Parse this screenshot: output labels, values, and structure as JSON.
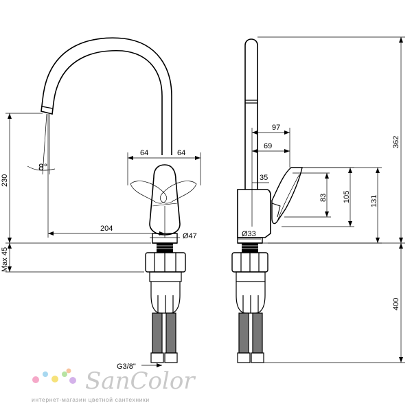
{
  "dimensions": {
    "height_230": "230",
    "angle_8": "8°",
    "width_64_left": "64",
    "width_64_right": "64",
    "reach_204": "204",
    "dia_47": "Ø47",
    "max_45": "Max 45",
    "thread": "G3/8\"",
    "side_97": "97",
    "side_69": "69",
    "side_35": "35",
    "side_83": "83",
    "side_105": "105",
    "side_131": "131",
    "dia_33": "Ø33",
    "height_362": "362",
    "hose_400": "400"
  },
  "logo": {
    "name": "SanColor",
    "tagline": "интернет-магазин цветной сантехники",
    "dot_colors": [
      "#f5a8c8",
      "#a8d8f0",
      "#f6e27a",
      "#b7e3a2",
      "#d4b2ea",
      "#f7c59f"
    ]
  }
}
